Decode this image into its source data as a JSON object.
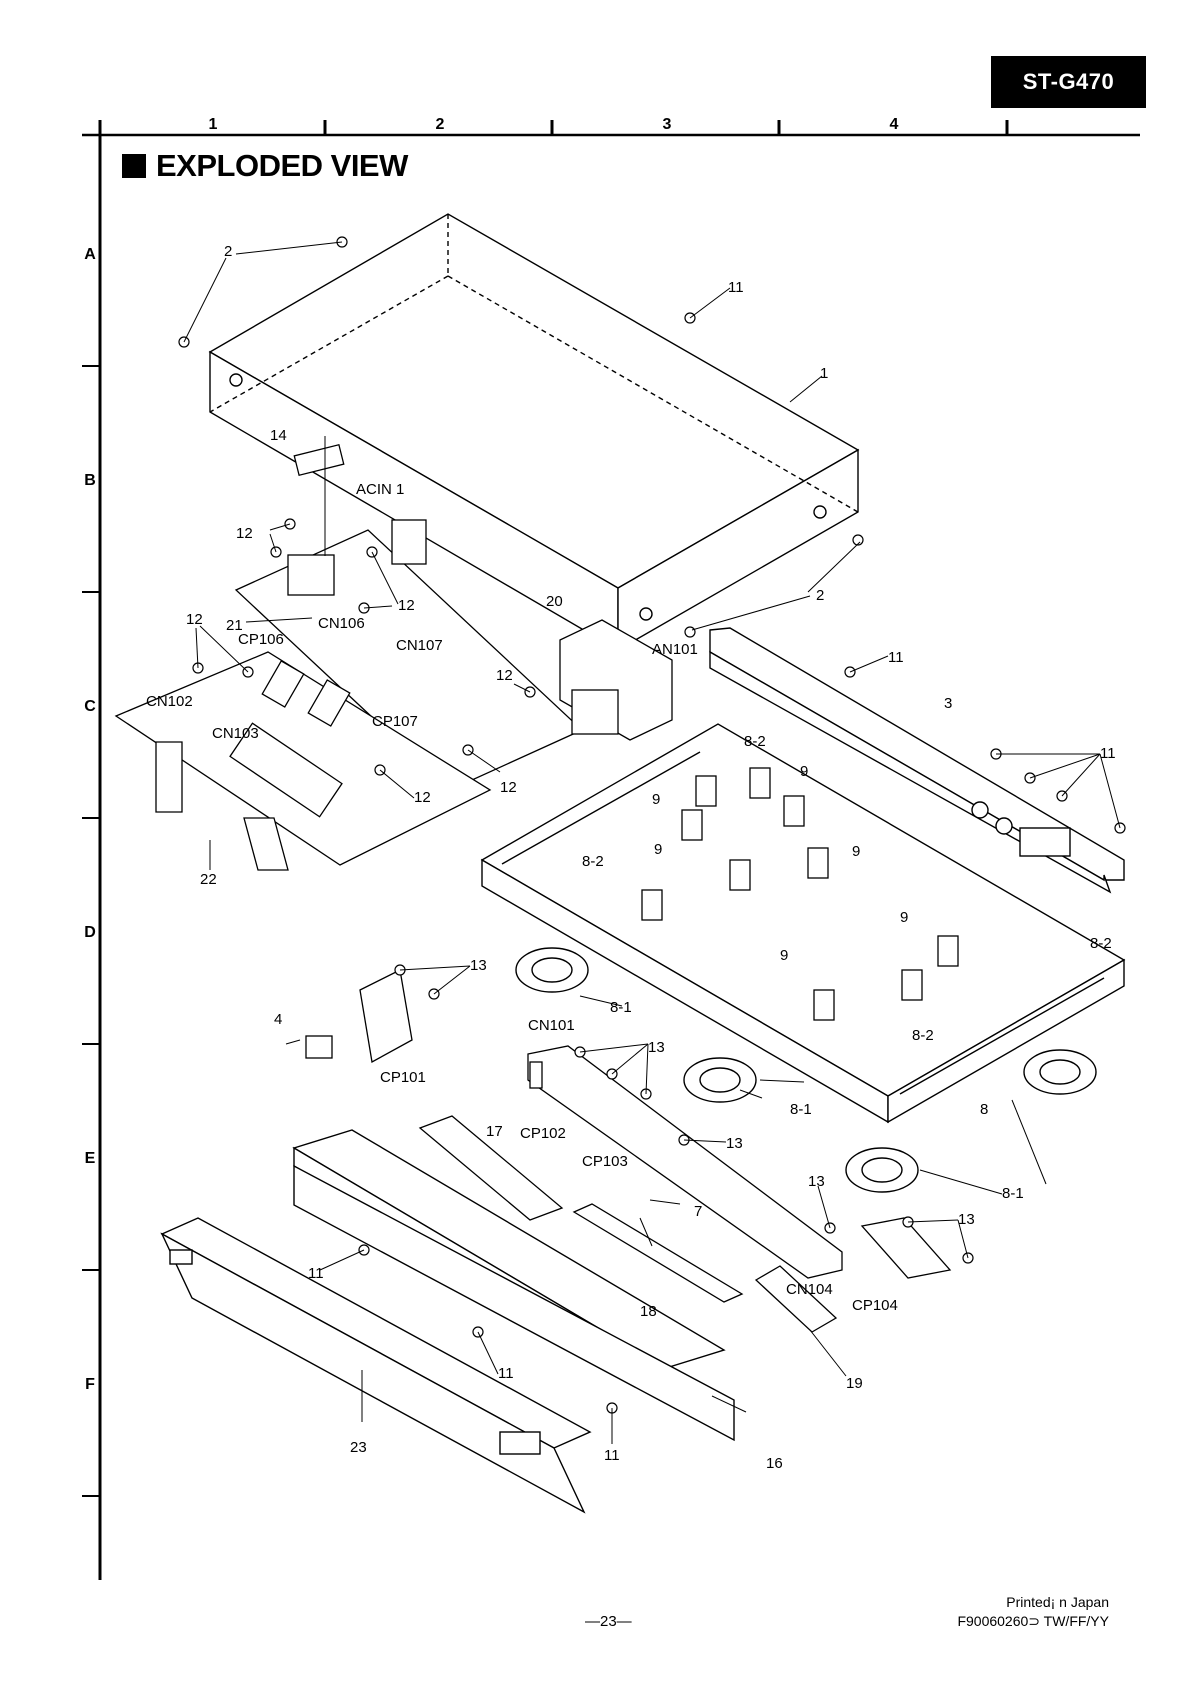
{
  "header": {
    "model": "ST-G470",
    "title": "EXPLODED VIEW"
  },
  "grid": {
    "columns": [
      "1",
      "2",
      "3",
      "4"
    ],
    "rows": [
      "A",
      "B",
      "C",
      "D",
      "E",
      "F"
    ]
  },
  "labels": {
    "p1": "1",
    "p2a": "2",
    "p2b": "2",
    "p3": "3",
    "p4": "4",
    "p7": "7",
    "p8": "8",
    "p8_1a": "8-1",
    "p8_1b": "8-1",
    "p8_1c": "8-1",
    "p8_2a": "8-2",
    "p8_2b": "8-2",
    "p8_2c": "8-2",
    "p8_2d": "8-2",
    "p9a": "9",
    "p9b": "9",
    "p9c": "9",
    "p9d": "9",
    "p9e": "9",
    "p9f": "9",
    "p11a": "11",
    "p11b": "11",
    "p11c": "11",
    "p11d": "11",
    "p11e": "11",
    "p11f": "11",
    "p12a": "12",
    "p12b": "12",
    "p12c": "12",
    "p12d": "12",
    "p12e": "12",
    "p12f": "12",
    "p13a": "13",
    "p13b": "13",
    "p13c": "13",
    "p13d": "13",
    "p13e": "13",
    "p14": "14",
    "p16": "16",
    "p17": "17",
    "p18": "18",
    "p19": "19",
    "p20": "20",
    "p21": "21",
    "p22": "22",
    "p23": "23",
    "acin1": "ACIN 1",
    "an101": "AN101",
    "cn101": "CN101",
    "cn102": "CN102",
    "cn103": "CN103",
    "cn104": "CN104",
    "cn106": "CN106",
    "cn107": "CN107",
    "cp101": "CP101",
    "cp102": "CP102",
    "cp103": "CP103",
    "cp104": "CP104",
    "cp106": "CP106",
    "cp107": "CP107"
  },
  "footer": {
    "page": "—23—",
    "printed": "Printed¡ n Japan",
    "code": "F90060260⊃ TW/FF/YY"
  }
}
